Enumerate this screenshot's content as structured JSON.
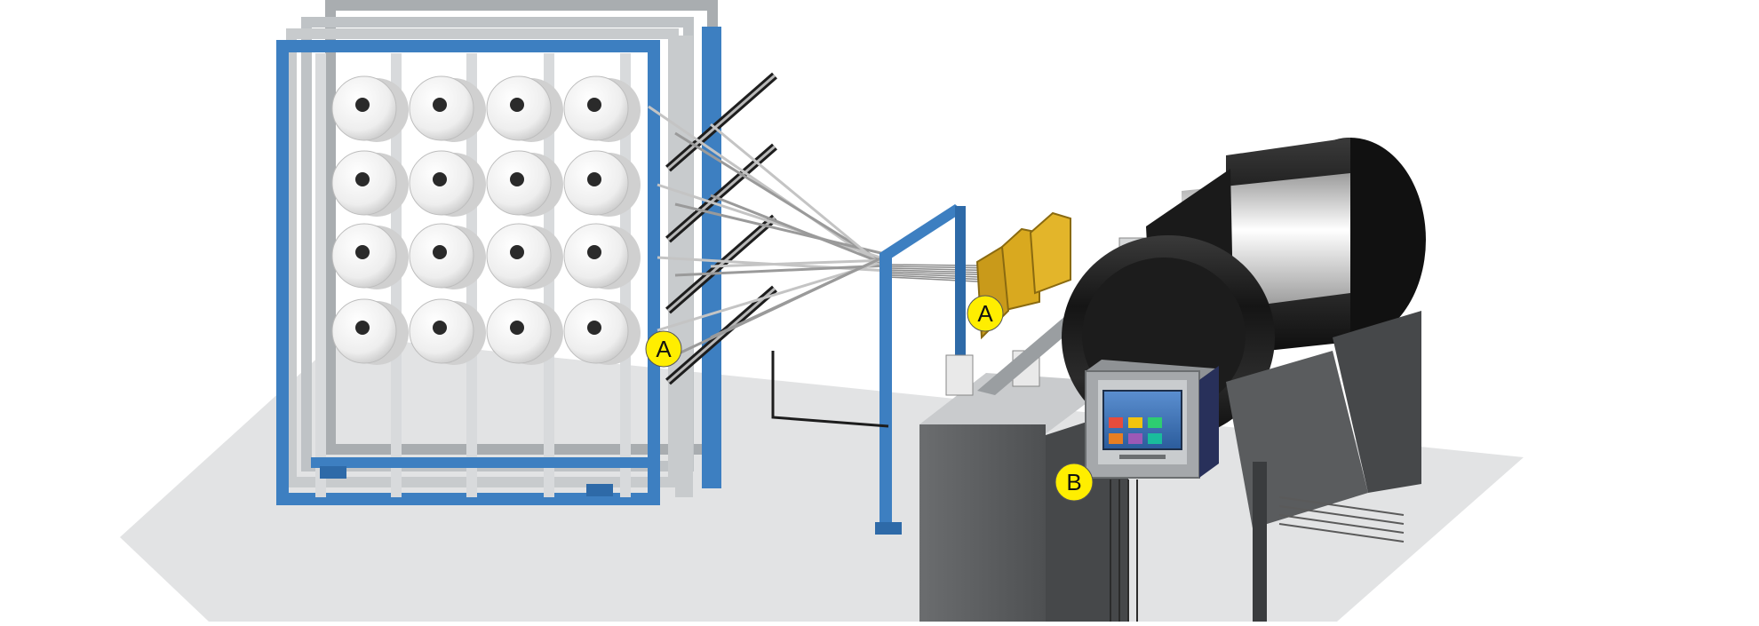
{
  "callouts": [
    {
      "id": "creel-a",
      "letter": "A",
      "meaning": "tension-sensor"
    },
    {
      "id": "comb-a",
      "letter": "A",
      "meaning": "tension-sensor"
    },
    {
      "id": "hmi-b",
      "letter": "B",
      "meaning": "control-panel"
    }
  ],
  "colors": {
    "frame_blue": "#3d7fc1",
    "frame_grey": "#b4b8bb",
    "floor": "#e2e3e4",
    "bobbin": "#f2f2f2",
    "drum_black": "#1e1e1e",
    "drum_band": "#e6e6e6",
    "machine_body": "#5f6163",
    "reed_gold": "#d9a91f",
    "callout_fill": "#ffee00",
    "screen_blue": "#3a6fb3"
  },
  "icons": [
    "bobbin-icon",
    "warp-beam-icon",
    "touchscreen-icon",
    "tension-comb-icon"
  ]
}
